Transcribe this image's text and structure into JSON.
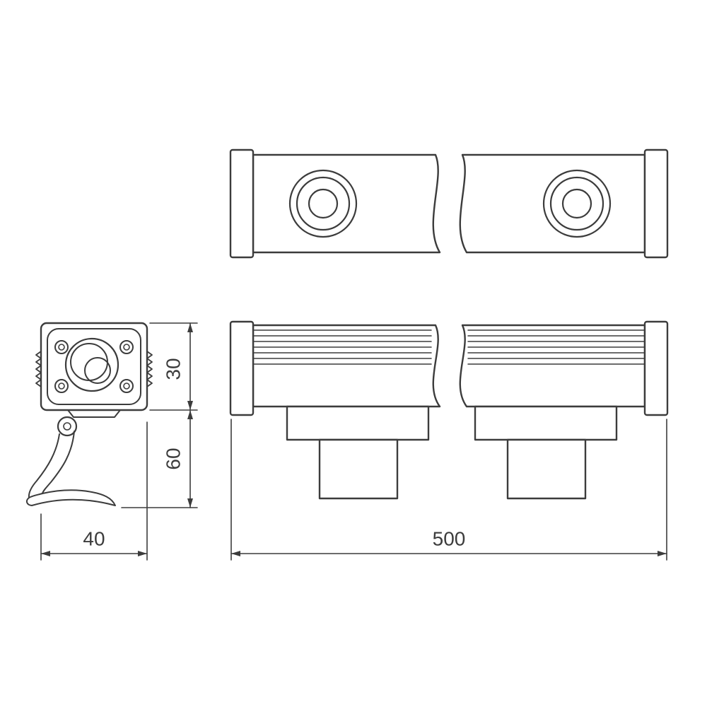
{
  "dimensions": {
    "height_upper": "30",
    "height_lower": "60",
    "width": "40",
    "length": "500"
  },
  "colors": {
    "line": "#3c3c3c",
    "background": "#ffffff"
  }
}
